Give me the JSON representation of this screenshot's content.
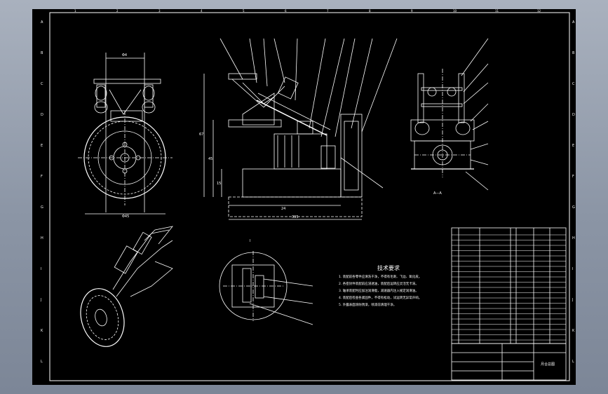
{
  "sheet": {
    "row_letters": [
      "A",
      "B",
      "C",
      "D",
      "E",
      "F",
      "G",
      "H",
      "I",
      "J",
      "K",
      "L"
    ],
    "col_numbers": [
      "1",
      "2",
      "3",
      "4",
      "5",
      "6",
      "7",
      "8",
      "9",
      "10",
      "11",
      "12"
    ]
  },
  "views": {
    "front_dims": {
      "top": "Φ4",
      "bottom": "Φ45"
    },
    "side_dims": {
      "width": "24",
      "total": "395",
      "vertical_a": "67",
      "vertical_b": "45",
      "vertical_c": "15"
    },
    "right_dims": {
      "label": "A—A"
    },
    "detail_label": "I"
  },
  "notes": {
    "title": "技术要求",
    "lines": [
      "1. 装配前各零件应清洗干净，不得有毛刺、飞边、氧化皮。",
      "2. 各密封件装配前应浸透油，装配后运转应灵活无卡滞。",
      "3. 轴承装配时应加注润滑脂，减速器内注入规定润滑油。",
      "4. 装配后检查各紧固件，不得有松动，试运转无异常声响。",
      "5. 外露表面涂防锈漆，喷漆前清理干净。"
    ]
  },
  "title_block": {
    "drawing_title": "月合总图"
  }
}
